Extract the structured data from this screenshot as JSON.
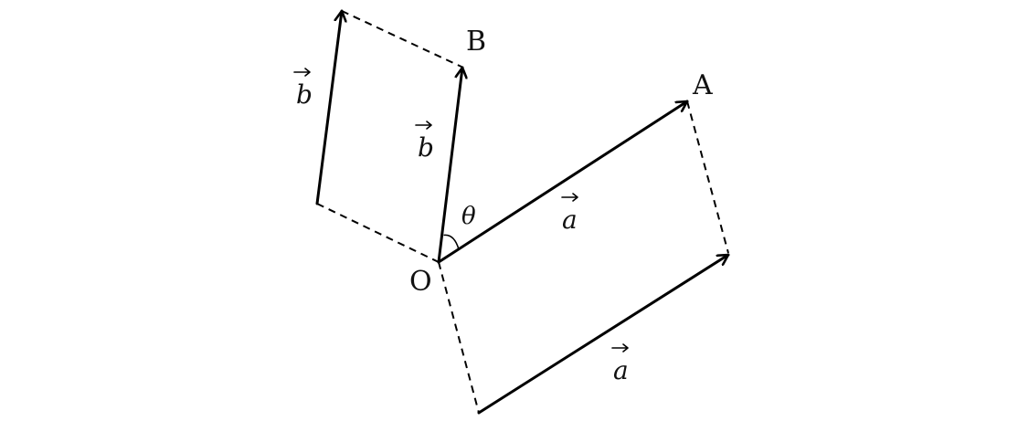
{
  "points": {
    "origin": "O",
    "a_end": "A",
    "b_end": "B"
  },
  "vectors": {
    "a": "a",
    "b": "b"
  },
  "angle": "θ",
  "colors": {
    "ink": "#000000",
    "background": "#ffffff"
  }
}
